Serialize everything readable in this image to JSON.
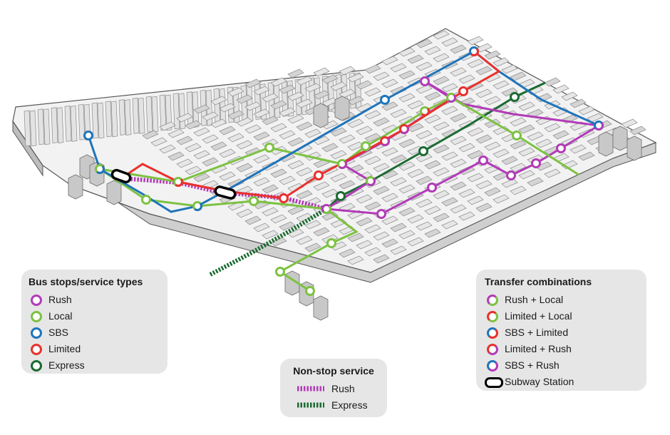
{
  "colors": {
    "rush": "#b23bb8",
    "local": "#7dc242",
    "sbs": "#1f74bb",
    "limited": "#e8312d",
    "express": "#1b6b32",
    "subway": "#000000",
    "building": "#d9d9d9",
    "building_edge": "#8c8c8c",
    "base_top": "#f2f2f2",
    "base_side": "#cfcfcf"
  },
  "legend_types": {
    "title": "Bus stops/service types",
    "items": [
      {
        "label": "Rush",
        "color": "#b23bb8"
      },
      {
        "label": "Local",
        "color": "#7dc242"
      },
      {
        "label": "SBS",
        "color": "#1f74bb"
      },
      {
        "label": "Limited",
        "color": "#e8312d"
      },
      {
        "label": "Express",
        "color": "#1b6b32"
      }
    ]
  },
  "legend_nonstop": {
    "title": "Non-stop service",
    "items": [
      {
        "label": "Rush",
        "color": "#b23bb8"
      },
      {
        "label": "Express",
        "color": "#1b6b32"
      }
    ]
  },
  "legend_transfer": {
    "title": "Transfer combinations",
    "items": [
      {
        "label": "Rush + Local",
        "colors": [
          "#b23bb8",
          "#7dc242"
        ]
      },
      {
        "label": "Limited + Local",
        "colors": [
          "#e8312d",
          "#7dc242"
        ]
      },
      {
        "label": "SBS + Limited",
        "colors": [
          "#1f74bb",
          "#e8312d"
        ]
      },
      {
        "label": "Limited + Rush",
        "colors": [
          "#e8312d",
          "#b23bb8"
        ]
      },
      {
        "label": "SBS + Rush",
        "colors": [
          "#1f74bb",
          "#b23bb8"
        ]
      }
    ],
    "subway_label": "Subway Station"
  }
}
